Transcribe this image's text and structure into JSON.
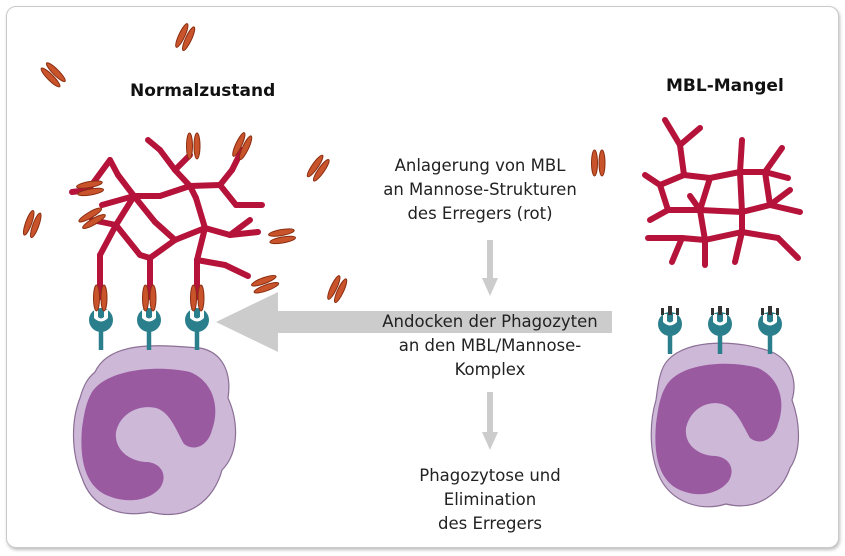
{
  "left_title": "Normalzustand",
  "right_title": "MBL-Mangel",
  "steps": {
    "binding": [
      "Anlagerung von MBL",
      "an Mannose-Strukturen",
      "des Erregers (rot)"
    ],
    "docking": [
      "Andocken der Phagozyten",
      "an den MBL/Mannose-",
      "Komplex"
    ],
    "elimination": [
      "Phagozytose und",
      "Elimination",
      "des Erregers"
    ]
  },
  "colors": {
    "mbl": "#b5133a",
    "pathogen": "#c9532a",
    "receptor": "#2b7f8c",
    "cell": "#cdb8d8",
    "nucleus": "#9a5aa0",
    "arrow": "#cccccc"
  }
}
